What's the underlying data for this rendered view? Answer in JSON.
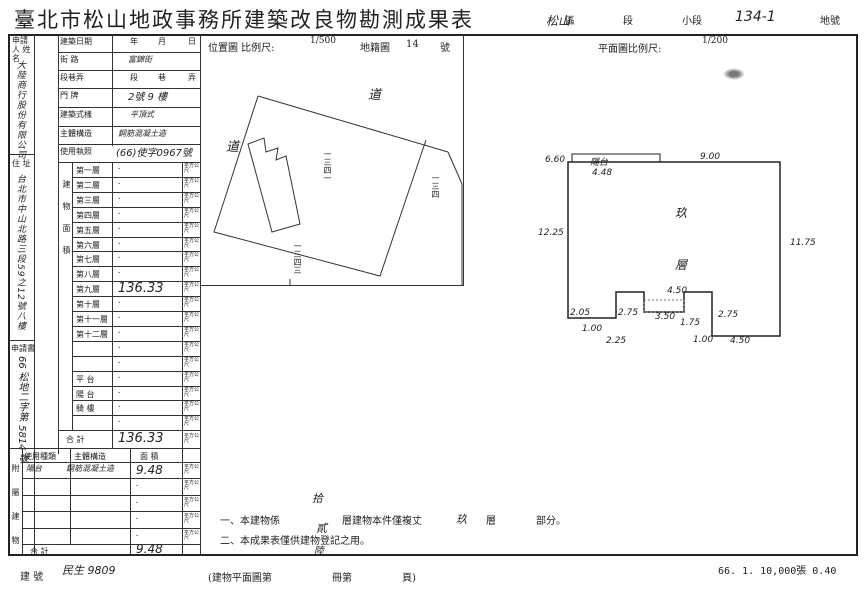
{
  "header": {
    "title": "臺北市松山地政事務所建築改良物勘測成果表",
    "district_label": "區",
    "district_value": "松山",
    "section_label": "段",
    "subsection_label": "小段",
    "lot_value": "134-1",
    "lot_label": "地號"
  },
  "left": {
    "applicant_label": "申請人 姓 名",
    "applicant_name": "大陸商行股份有限公司",
    "address_label": "住 址",
    "address_value": "台北市中山北路三段59之12號八樓",
    "application_label": "申請書",
    "application_value": "66 松地二字第 5814 號"
  },
  "table": {
    "build_date_label": "建築日期",
    "build_date_units": [
      "年",
      "月",
      "日"
    ],
    "street_label": "街 路",
    "street_value": "富錦街",
    "lane_label": "段巷弄",
    "lane_units": [
      "段",
      "巷",
      "弄"
    ],
    "number_label": "門 牌",
    "number_value": "2號 9 樓",
    "structure_type_label": "建築式樣",
    "structure_type_value": "平頂式",
    "main_structure_label": "主體構造",
    "main_structure_value": "鋼筋混凝土造",
    "permit_label": "使用執照",
    "permit_value": "(66)使字0967號",
    "area_group_label": "建物面積",
    "floors": [
      {
        "label": "第一層",
        "value": "."
      },
      {
        "label": "第二層",
        "value": "."
      },
      {
        "label": "第三層",
        "value": "."
      },
      {
        "label": "第四層",
        "value": "."
      },
      {
        "label": "第五層",
        "value": "."
      },
      {
        "label": "第六層",
        "value": "."
      },
      {
        "label": "第七層",
        "value": "."
      },
      {
        "label": "第八層",
        "value": "."
      },
      {
        "label": "第九層",
        "value": "136.33"
      },
      {
        "label": "第十層",
        "value": "."
      },
      {
        "label": "第十一層",
        "value": "."
      },
      {
        "label": "第十二層",
        "value": "."
      },
      {
        "label": "",
        "value": "."
      },
      {
        "label": "",
        "value": "."
      },
      {
        "label": "平 台",
        "value": "."
      },
      {
        "label": "陽 台",
        "value": "."
      },
      {
        "label": "騎 樓",
        "value": "."
      },
      {
        "label": "",
        "value": "."
      }
    ],
    "unit": "平方公尺",
    "total_label": "合 計",
    "total_value": "136.33",
    "annex_headers": [
      "使用種類",
      "主體構造",
      "面 積"
    ],
    "annex_group_label": "附屬建物",
    "annex_rows": [
      {
        "use": "陽台",
        "struct": "鋼筋混凝土造",
        "value": "9.48"
      },
      {
        "use": "",
        "struct": "",
        "value": "."
      },
      {
        "use": "",
        "struct": "",
        "value": "."
      },
      {
        "use": "",
        "struct": "",
        "value": "."
      },
      {
        "use": "",
        "struct": "",
        "value": "."
      }
    ],
    "annex_total_label": "合 計",
    "annex_total_value": "9.48"
  },
  "location_map": {
    "title": "位置圖 比例尺:",
    "scale": "1/500",
    "sheet_label": "地籍圖",
    "sheet_value": "14",
    "sheet_unit": "號",
    "road_label": "道",
    "road_label_2": "道",
    "lot_a": "一三四一",
    "lot_b": "一三四",
    "lot_c": "一三四三"
  },
  "floor_plan": {
    "title": "平面圖比例尺:",
    "scale": "1/200",
    "dims": [
      "6.60",
      "陽台",
      "9.00",
      "4.48",
      "12.25",
      "11.75",
      "4.50",
      "2.05",
      "2.75",
      "3.50",
      "1.75",
      "2.75",
      "1.00",
      "2.25",
      "1.00",
      "4.50"
    ],
    "room_label_1": "玖",
    "room_label_2": "層"
  },
  "notes": {
    "n_total": "拾",
    "n1_prefix": "一、本建物係",
    "n1_floors": "貳",
    "n1_middle": "層建物本件僅複丈",
    "n1_floor": "玖",
    "n1_suffix": "層",
    "n1_end": "部分。",
    "n2": "二、本成果表僅供建物登記之用。",
    "n3": "陸"
  },
  "footer": {
    "building_no_label": "建 號",
    "building_no_value": "民生 9809",
    "ref_text": "(建物平面圖第",
    "ref_mid": "冊第",
    "ref_end": "頁)",
    "print_info": "66. 1. 10,000張 0.40"
  }
}
